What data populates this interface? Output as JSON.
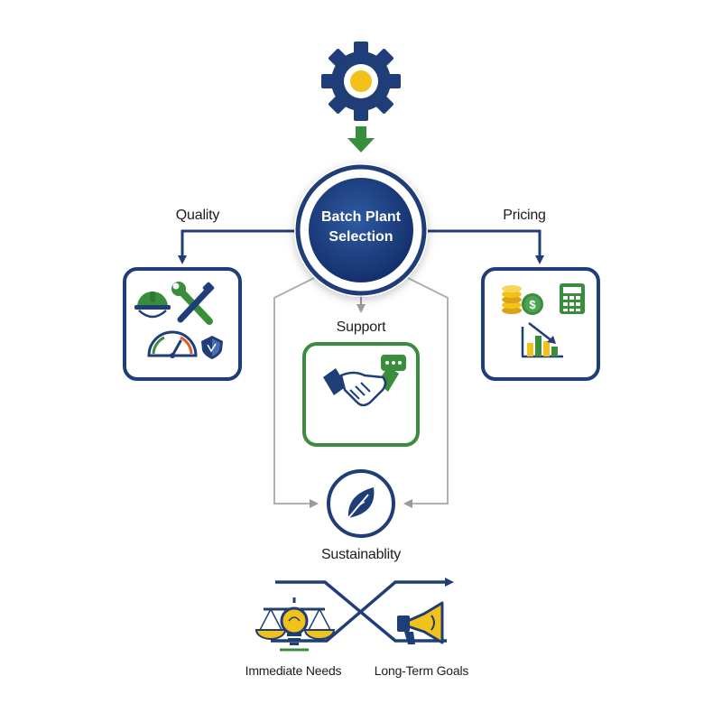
{
  "center": {
    "line1": "Batch Plant",
    "line2": "Selection"
  },
  "labels": {
    "quality": "Quality",
    "pricing": "Pricing",
    "support": "Support",
    "sustainability": "Sustainablity",
    "immediate_needs": "Immediate Needs",
    "long_term_goals": "Long-Term Goals"
  },
  "colors": {
    "navy": "#1f3e78",
    "green": "#3a8d3c",
    "gold": "#f2c21a",
    "gray": "#9a9a9a"
  },
  "icons": {
    "top": "gear-icon",
    "quality": [
      "hard-hat-icon",
      "wrench-icon",
      "gauge-icon",
      "shield-icon"
    ],
    "pricing": [
      "coins-icon",
      "calculator-icon",
      "bar-chart-icon"
    ],
    "support": [
      "handshake-icon",
      "chat-bubble-icon"
    ],
    "sustainability": "leaf-icon",
    "balance": [
      "scale-icon",
      "lightbulb-icon",
      "megaphone-icon"
    ]
  }
}
